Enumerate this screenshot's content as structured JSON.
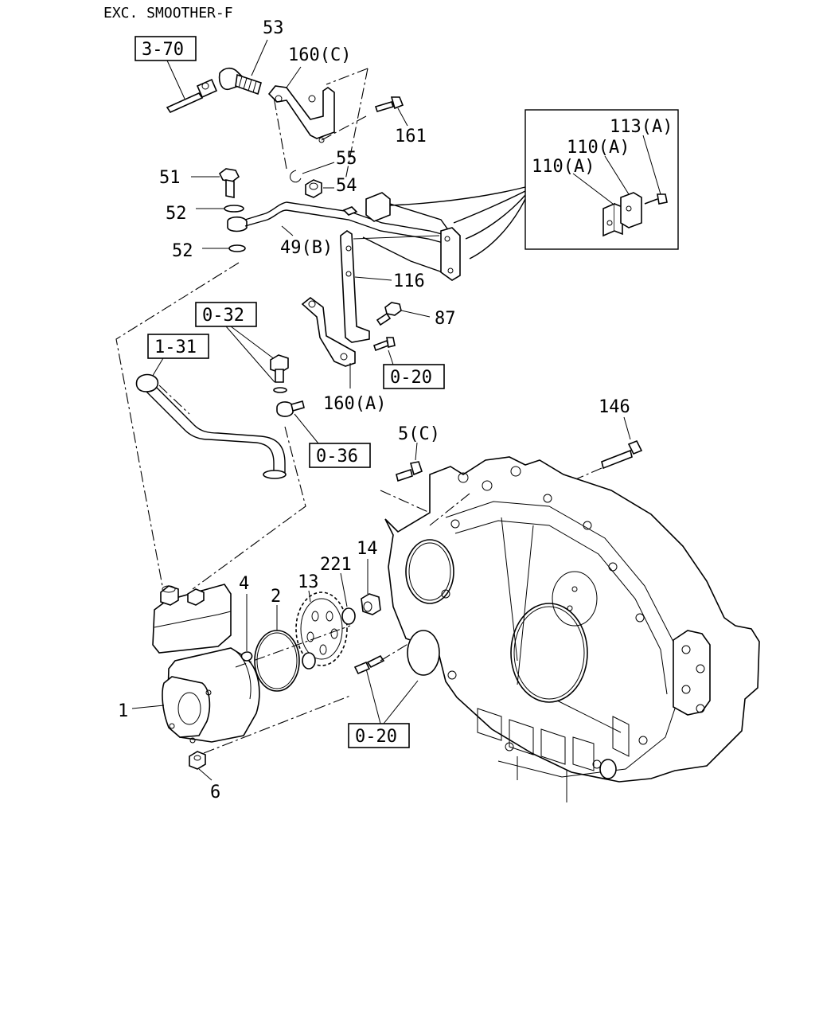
{
  "header": {
    "title": "EXC. SMOOTHER-F"
  },
  "refs": {
    "r370": "3-70",
    "r032": "0-32",
    "r131": "1-31",
    "r020a": "0-20",
    "r036": "0-36",
    "r020b": "0-20"
  },
  "parts": {
    "p53": "53",
    "p160c": "160(C)",
    "p161": "161",
    "p55": "55",
    "p54": "54",
    "p51": "51",
    "p52a": "52",
    "p52b": "52",
    "p49b": "49(B)",
    "p116": "116",
    "p87": "87",
    "p160a": "160(A)",
    "p146": "146",
    "p5c": "5(C)",
    "p4": "4",
    "p2": "2",
    "p13": "13",
    "p221": "221",
    "p14": "14",
    "p1": "1",
    "p6": "6"
  },
  "inset": {
    "p113a": "113(A)",
    "p110a1": "110(A)",
    "p110a2": "110(A)"
  }
}
